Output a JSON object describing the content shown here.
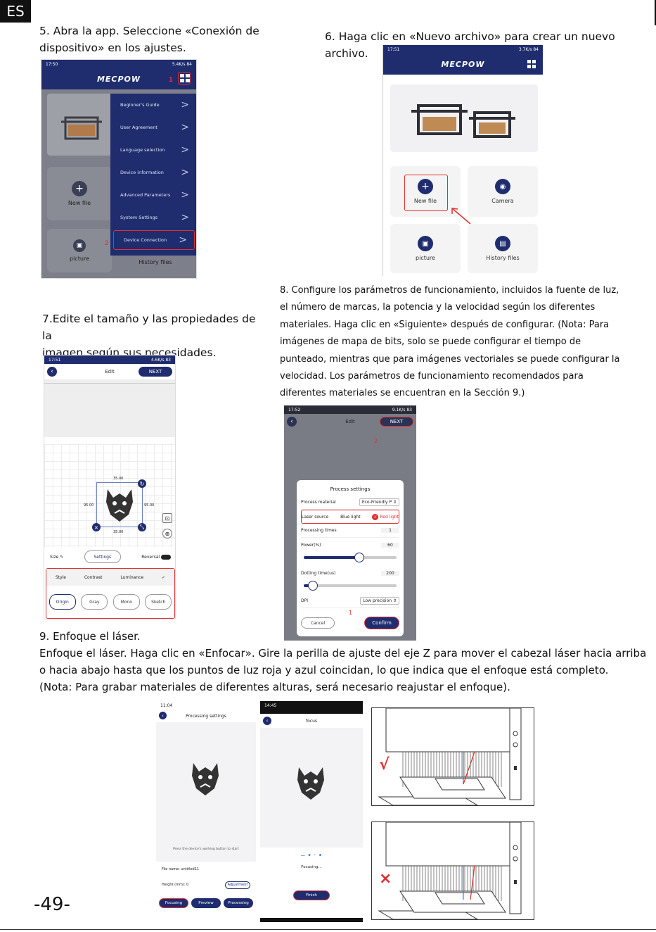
{
  "lang": "ES",
  "page_number": "-49-",
  "step5": {
    "line1": "5. Abra la app. Seleccione «Conexión de",
    "line2": "dispositivo» en los ajustes."
  },
  "step6": {
    "line1": "6. Haga clic en «Nuevo archivo» para crear un nuevo",
    "line2": "archivo."
  },
  "step7": {
    "line1": "7.Edite el tamaño y las propiedades de la",
    "line2": "imagen según sus necesidades."
  },
  "step8": {
    "lines": [
      "8. Configure los parámetros de funcionamiento, incluidos la fuente de luz,",
      "el número de marcas, la potencia y la velocidad según los diferentes",
      "materiales. Haga clic en «Siguiente» después de configurar. (Nota: Para",
      "imágenes de mapa de bits, solo se puede configurar el tiempo de",
      "punteado, mientras que para imágenes vectoriales se puede configurar la",
      "velocidad. Los parámetros de funcionamiento recomendados para",
      "diferentes materiales se encuentran en la Sección 9.)"
    ]
  },
  "step9": {
    "title": "9. Enfoque el láser.",
    "lines": [
      "Enfoque el láser. Haga clic en «Enfocar». Gire la perilla de ajuste del eje Z para mover el cabezal láser hacia arriba",
      "o hacia abajo hasta que los puntos de luz roja y azul coincidan, lo que indica que el enfoque está completo.",
      "(Nota: Para grabar materiales de diferentes alturas, será necesario reajustar el enfoque)."
    ]
  },
  "brand": "MECPOW",
  "phone1": {
    "status_time": "17:50",
    "status_info": "5.4K/s  84",
    "marker1": "1",
    "marker2": "2",
    "menu": [
      "Beginner's Guide",
      "User Agreement",
      "Language selection",
      "Device information",
      "Advanced Parameters",
      "System Settings",
      "Device Connection"
    ],
    "tiles": [
      "New file",
      "picture",
      "History files"
    ]
  },
  "phone2": {
    "status_time": "17:51",
    "status_info": "3.7K/s  84",
    "tiles": [
      "New file",
      "Camera",
      "picture",
      "History files"
    ]
  },
  "phone3": {
    "status_time": "17:51",
    "status_info": "4.6K/s  83",
    "title": "Edit",
    "next": "NEXT",
    "dim_top": "35.00",
    "dim_left": "95.00",
    "dim_right": "95.00",
    "dim_bottom": "35.00",
    "size_label": "Size",
    "settings": "Settings",
    "reversal": "Reversal",
    "tabs": [
      "Style",
      "Contrast",
      "Luminance"
    ],
    "styles": [
      "Origin",
      "Gray",
      "Mono",
      "Sketch"
    ]
  },
  "phone4": {
    "status_time": "17:52",
    "status_info": "9.1K/s  83",
    "title": "Edit",
    "next": "NEXT",
    "marker1": "1",
    "marker2": "2",
    "dialog_title": "Process settings",
    "process_material_label": "Process material",
    "process_material_value": "Eco-Friendly P",
    "laser_source_label": "Laser source",
    "blue_light": "Blue light",
    "red_light": "Red light",
    "times_label": "Processing times",
    "times_value": "1",
    "power_label": "Power(%)",
    "power_value": "60",
    "power_fraction": 0.6,
    "dotting_label": "Dotting time(us)",
    "dotting_value": "200",
    "dotting_fraction": 0.1,
    "dpi_label": "DPI",
    "dpi_value": "Low precision",
    "cancel": "Cancel",
    "confirm": "Confirm"
  },
  "phone5": {
    "status_time": "11:04",
    "title": "Processing settings",
    "hint": "Press the device's working button to start",
    "file_label": "File name:",
    "file_value": "untitled11",
    "height_label": "Height (mm):",
    "height_value": "0",
    "adjustment": "Adjustment",
    "buttons": [
      "Focusing",
      "Preview",
      "Processing"
    ]
  },
  "phone6": {
    "status_time": "14:45",
    "title": "focus",
    "focusing": "Focusing...",
    "finish": "Finish"
  },
  "marks": {
    "correct": "√",
    "wrong": "×"
  }
}
